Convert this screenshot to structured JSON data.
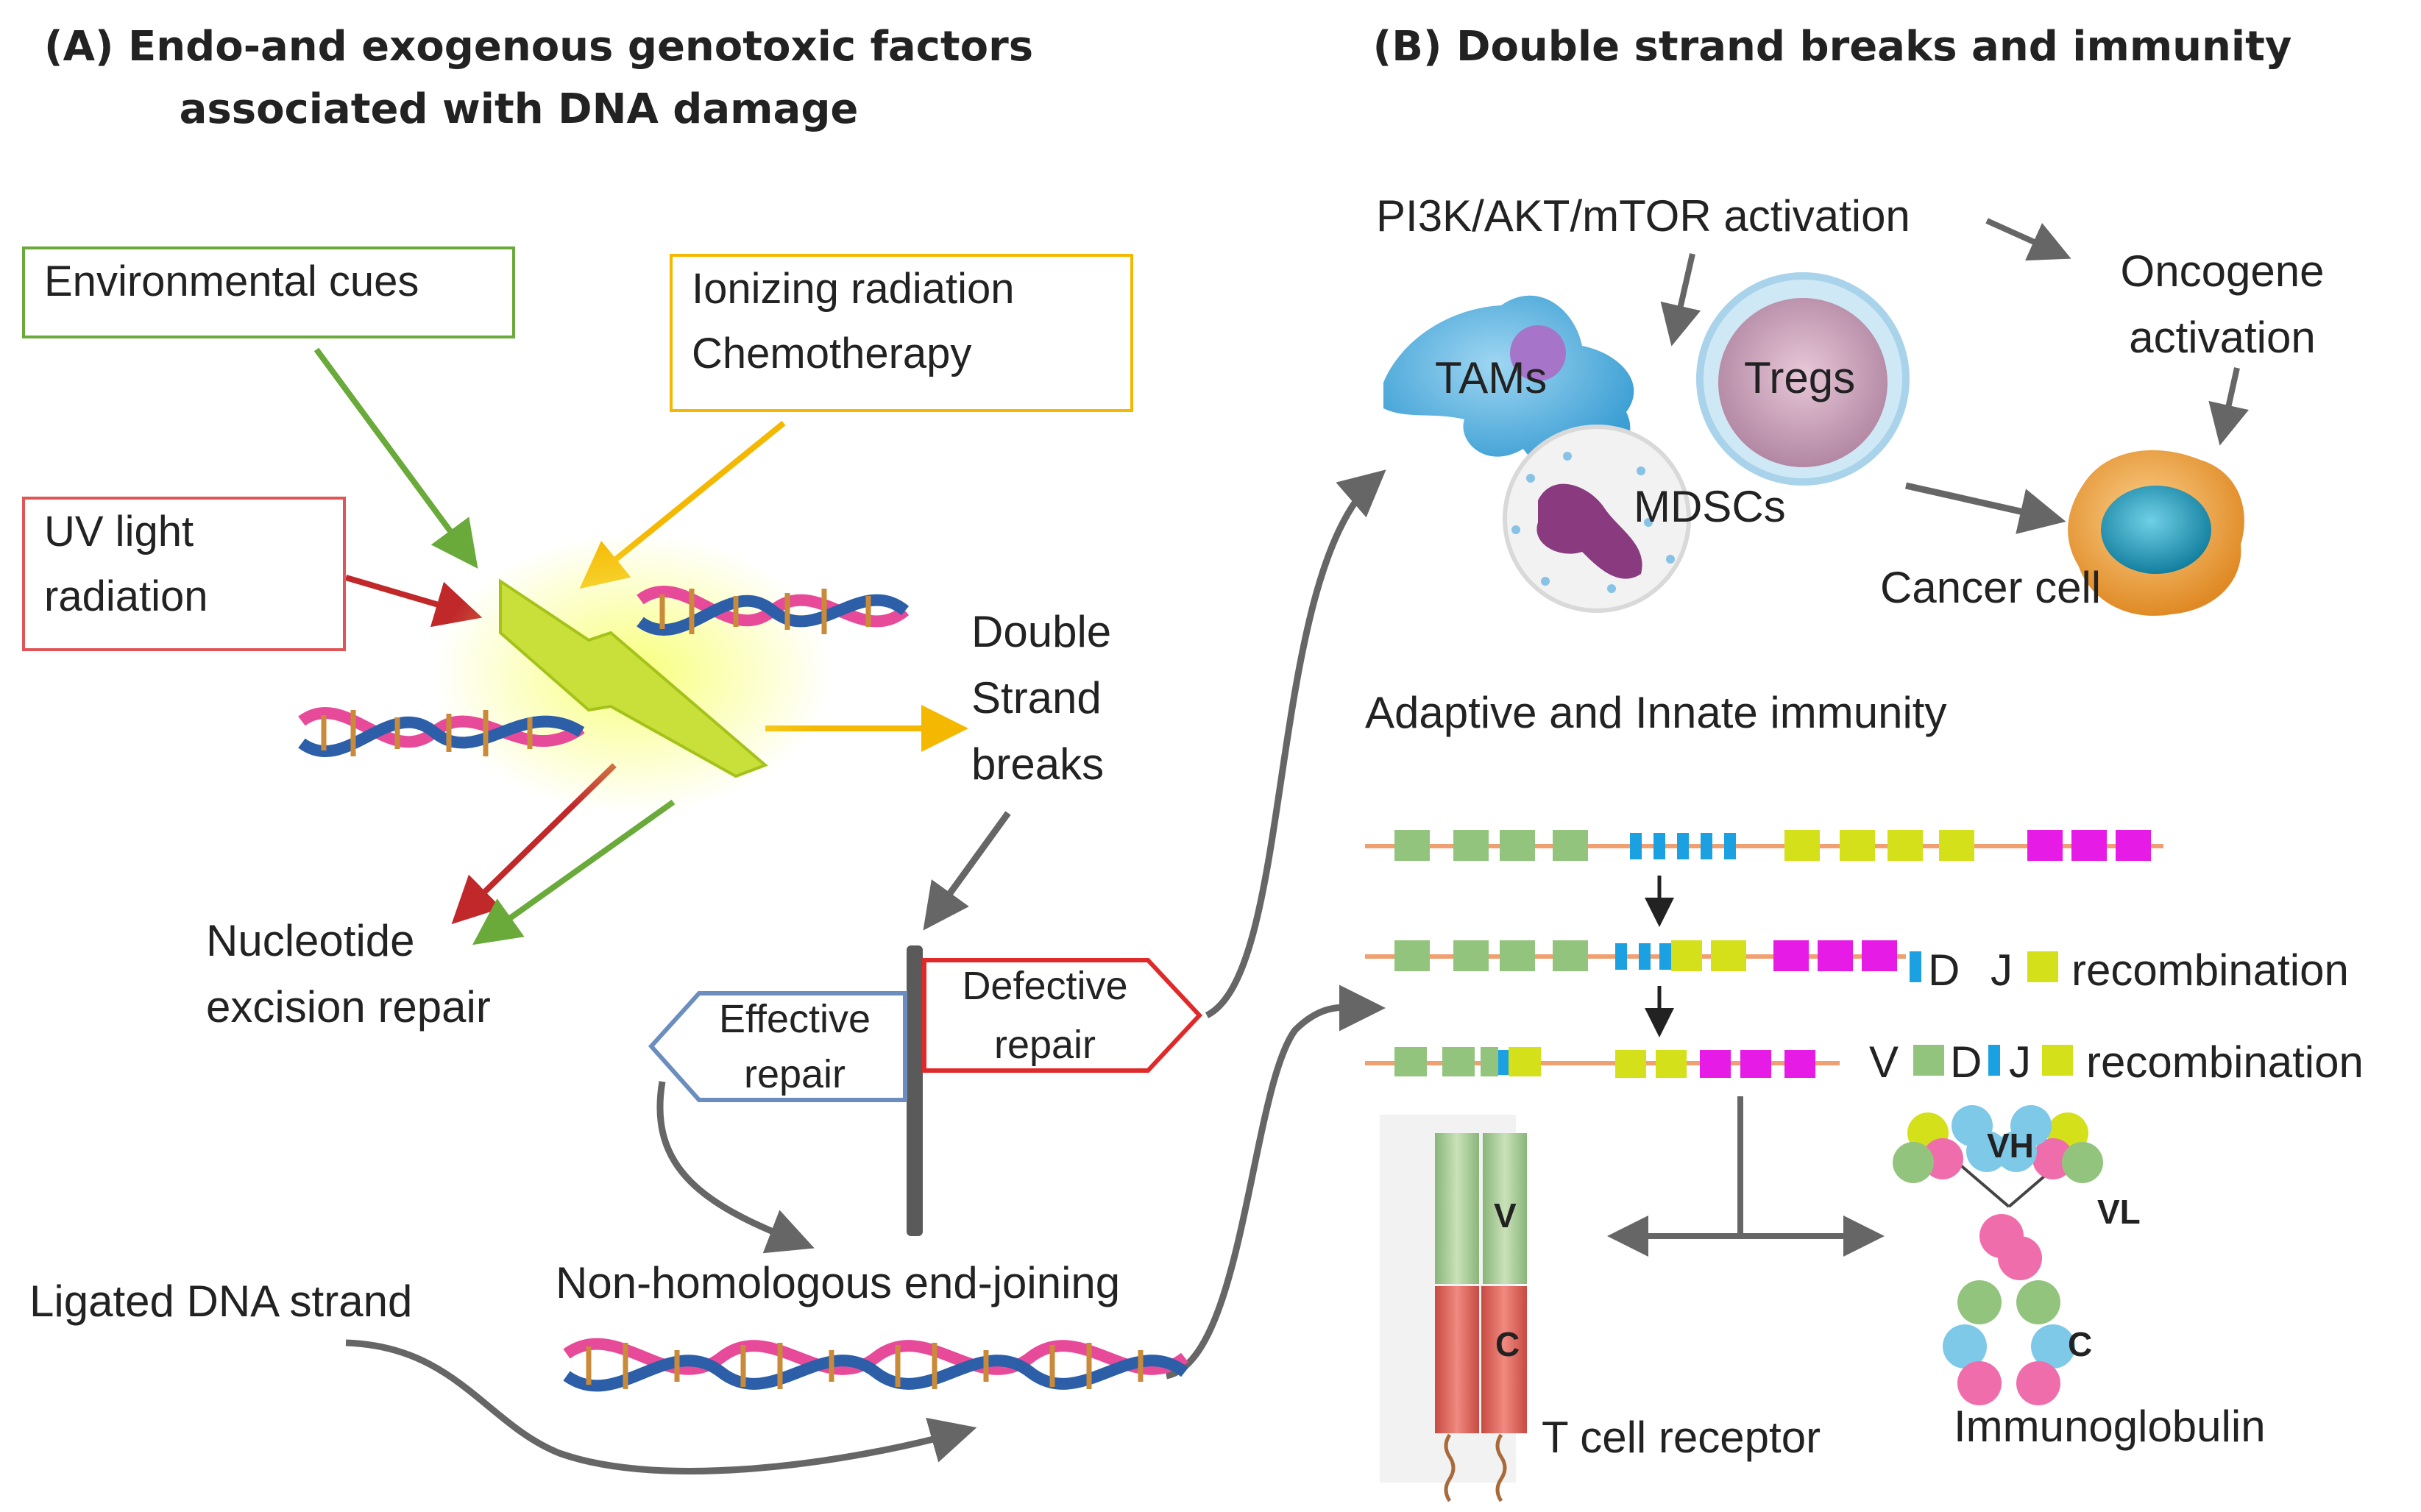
{
  "panel_a": {
    "title_line1": "(A) Endo-and exogenous genotoxic factors",
    "title_line2": "associated with DNA damage",
    "environmental": "Environmental cues",
    "ionizing_line1": "Ionizing radiation",
    "ionizing_line2": "Chemotherapy",
    "uv_line1": "UV light",
    "uv_line2": "radiation",
    "dsb_line1": "Double",
    "dsb_line2": "Strand",
    "dsb_line3": "breaks",
    "ner_line1": "Nucleotide",
    "ner_line2": "excision repair",
    "effective_line1": "Effective",
    "effective_line2": "repair",
    "defective_line1": "Defective",
    "defective_line2": "repair",
    "nhej": "Non-homologous end-joining",
    "ligated": "Ligated DNA strand"
  },
  "panel_b": {
    "title": "(B) Double strand breaks and immunity",
    "pi3k": "PI3K/AKT/mTOR activation",
    "oncogene_line1": "Oncogene",
    "oncogene_line2": "activation",
    "tams": "TAMs",
    "tregs": "Tregs",
    "mdscs": "MDSCs",
    "cancer_cell": "Cancer cell",
    "immunity": "Adaptive and Innate immunity",
    "dj_prefix": "D",
    "dj_mid": "J",
    "dj_suffix": "recombination",
    "vdj_prefix": "V",
    "vdj_d": "D",
    "vdj_mid": "J",
    "vdj_suffix": "recombination",
    "tcr_v": "V",
    "tcr_c": "C",
    "tcr_label": "T cell receptor",
    "ig_vh": "VH",
    "ig_vl": "VL",
    "ig_c": "C",
    "ig_label": "Immunoglobulin"
  },
  "colors": {
    "green": "#6aaa3a",
    "orange": "#f5b800",
    "red": "#c0282a",
    "blue_box": "#6c8ebf",
    "gray_arrow": "#666666",
    "segment_green": "#93c47d",
    "segment_blue": "#1ba1e2",
    "segment_yellow": "#d4e01a",
    "segment_magenta": "#e61ce6"
  }
}
